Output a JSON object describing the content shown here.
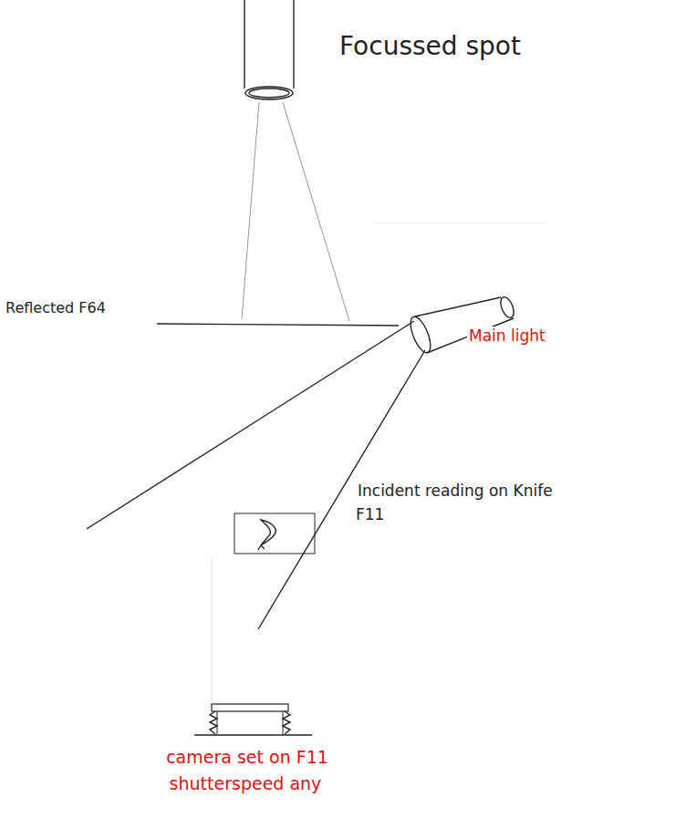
{
  "diagram": {
    "title": "Focussed spot",
    "labels": [
      "Reflected F64",
      "Main light",
      "Incident reading on Knife F11",
      "camera set on F11 shutterspeed any"
    ]
  }
}
